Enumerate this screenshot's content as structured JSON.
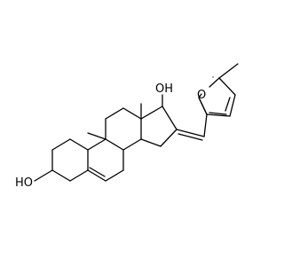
{
  "molecule": {
    "atoms": {
      "o_furan": "O",
      "oh_c17": "OH",
      "oh_c3": "HO"
    }
  },
  "colors": {
    "bond": "#000000",
    "label": "#000000",
    "background": "#ffffff"
  }
}
